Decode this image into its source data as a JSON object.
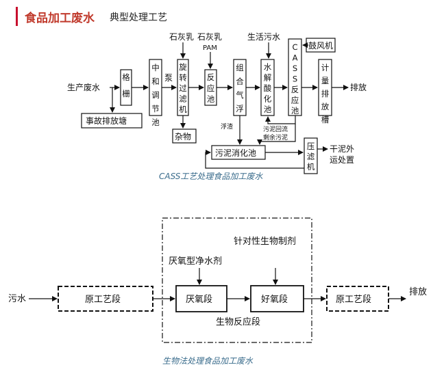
{
  "header": {
    "title": "食品加工废水",
    "subtitle": "典型处理工艺"
  },
  "diagram1": {
    "caption": "CASS工艺处理食品加工废水",
    "inlet": "生产废水",
    "grille": "格栅",
    "accident": "事故排放塘",
    "neutral": "中和调节池",
    "pump": "泵",
    "lime1": "石灰乳",
    "lime2": "石灰乳",
    "pam": "PAM",
    "rotary": "旋转过滤机",
    "debris": "杂物",
    "reaction": "反应池",
    "airfloat": "组合气浮",
    "domestic": "生活污水",
    "hydro": "水解酸化池",
    "cass_label": "CASS反应池",
    "blower": "鼓风机",
    "meter": "计量排放槽",
    "discharge": "排放",
    "scum": "浮渣",
    "sludge_return_1": "污泥回流",
    "sludge_return_2": "剩余污泥",
    "digester": "污泥消化池",
    "filterpress": "压滤机",
    "drymud_1": "干泥外",
    "drymud_2": "运处置"
  },
  "diagram2": {
    "caption": "生物法处理食品加工废水",
    "inlet": "污水",
    "orig1": "原工艺段",
    "anaerobic": "厌氧段",
    "aerobic": "好氧段",
    "orig2": "原工艺段",
    "discharge": "排放",
    "agent1": "厌氧型净水剂",
    "agent2": "针对性生物制剂",
    "bioreaction": "生物反应段"
  }
}
